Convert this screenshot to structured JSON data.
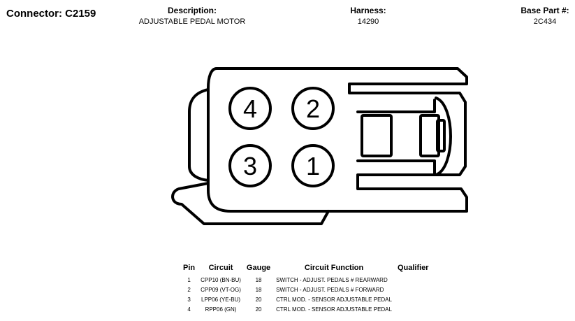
{
  "header": {
    "connector_label": "Connector: C2159",
    "description_label": "Description:",
    "description_value": "ADJUSTABLE PEDAL MOTOR",
    "harness_label": "Harness:",
    "harness_value": "14290",
    "base_part_label": "Base Part #:",
    "base_part_value": "2C434"
  },
  "pins": [
    "4",
    "2",
    "3",
    "1"
  ],
  "table": {
    "headers": [
      "Pin",
      "Circuit",
      "Gauge",
      "Circuit Function",
      "Qualifier"
    ],
    "rows": [
      {
        "pin": "1",
        "circuit": "CPP10 (BN-BU)",
        "gauge": "18",
        "function": "SWITCH - ADJUST. PEDALS # REARWARD",
        "qualifier": ""
      },
      {
        "pin": "2",
        "circuit": "CPP09 (VT-OG)",
        "gauge": "18",
        "function": "SWITCH - ADJUST. PEDALS # FORWARD",
        "qualifier": ""
      },
      {
        "pin": "3",
        "circuit": "LPP06 (YE-BU)",
        "gauge": "20",
        "function": "CTRL MOD. - SENSOR ADJUSTABLE PEDAL",
        "qualifier": ""
      },
      {
        "pin": "4",
        "circuit": "RPP06 (GN)",
        "gauge": "20",
        "function": "CTRL MOD. - SENSOR ADJUSTABLE PEDAL",
        "qualifier": ""
      }
    ]
  }
}
